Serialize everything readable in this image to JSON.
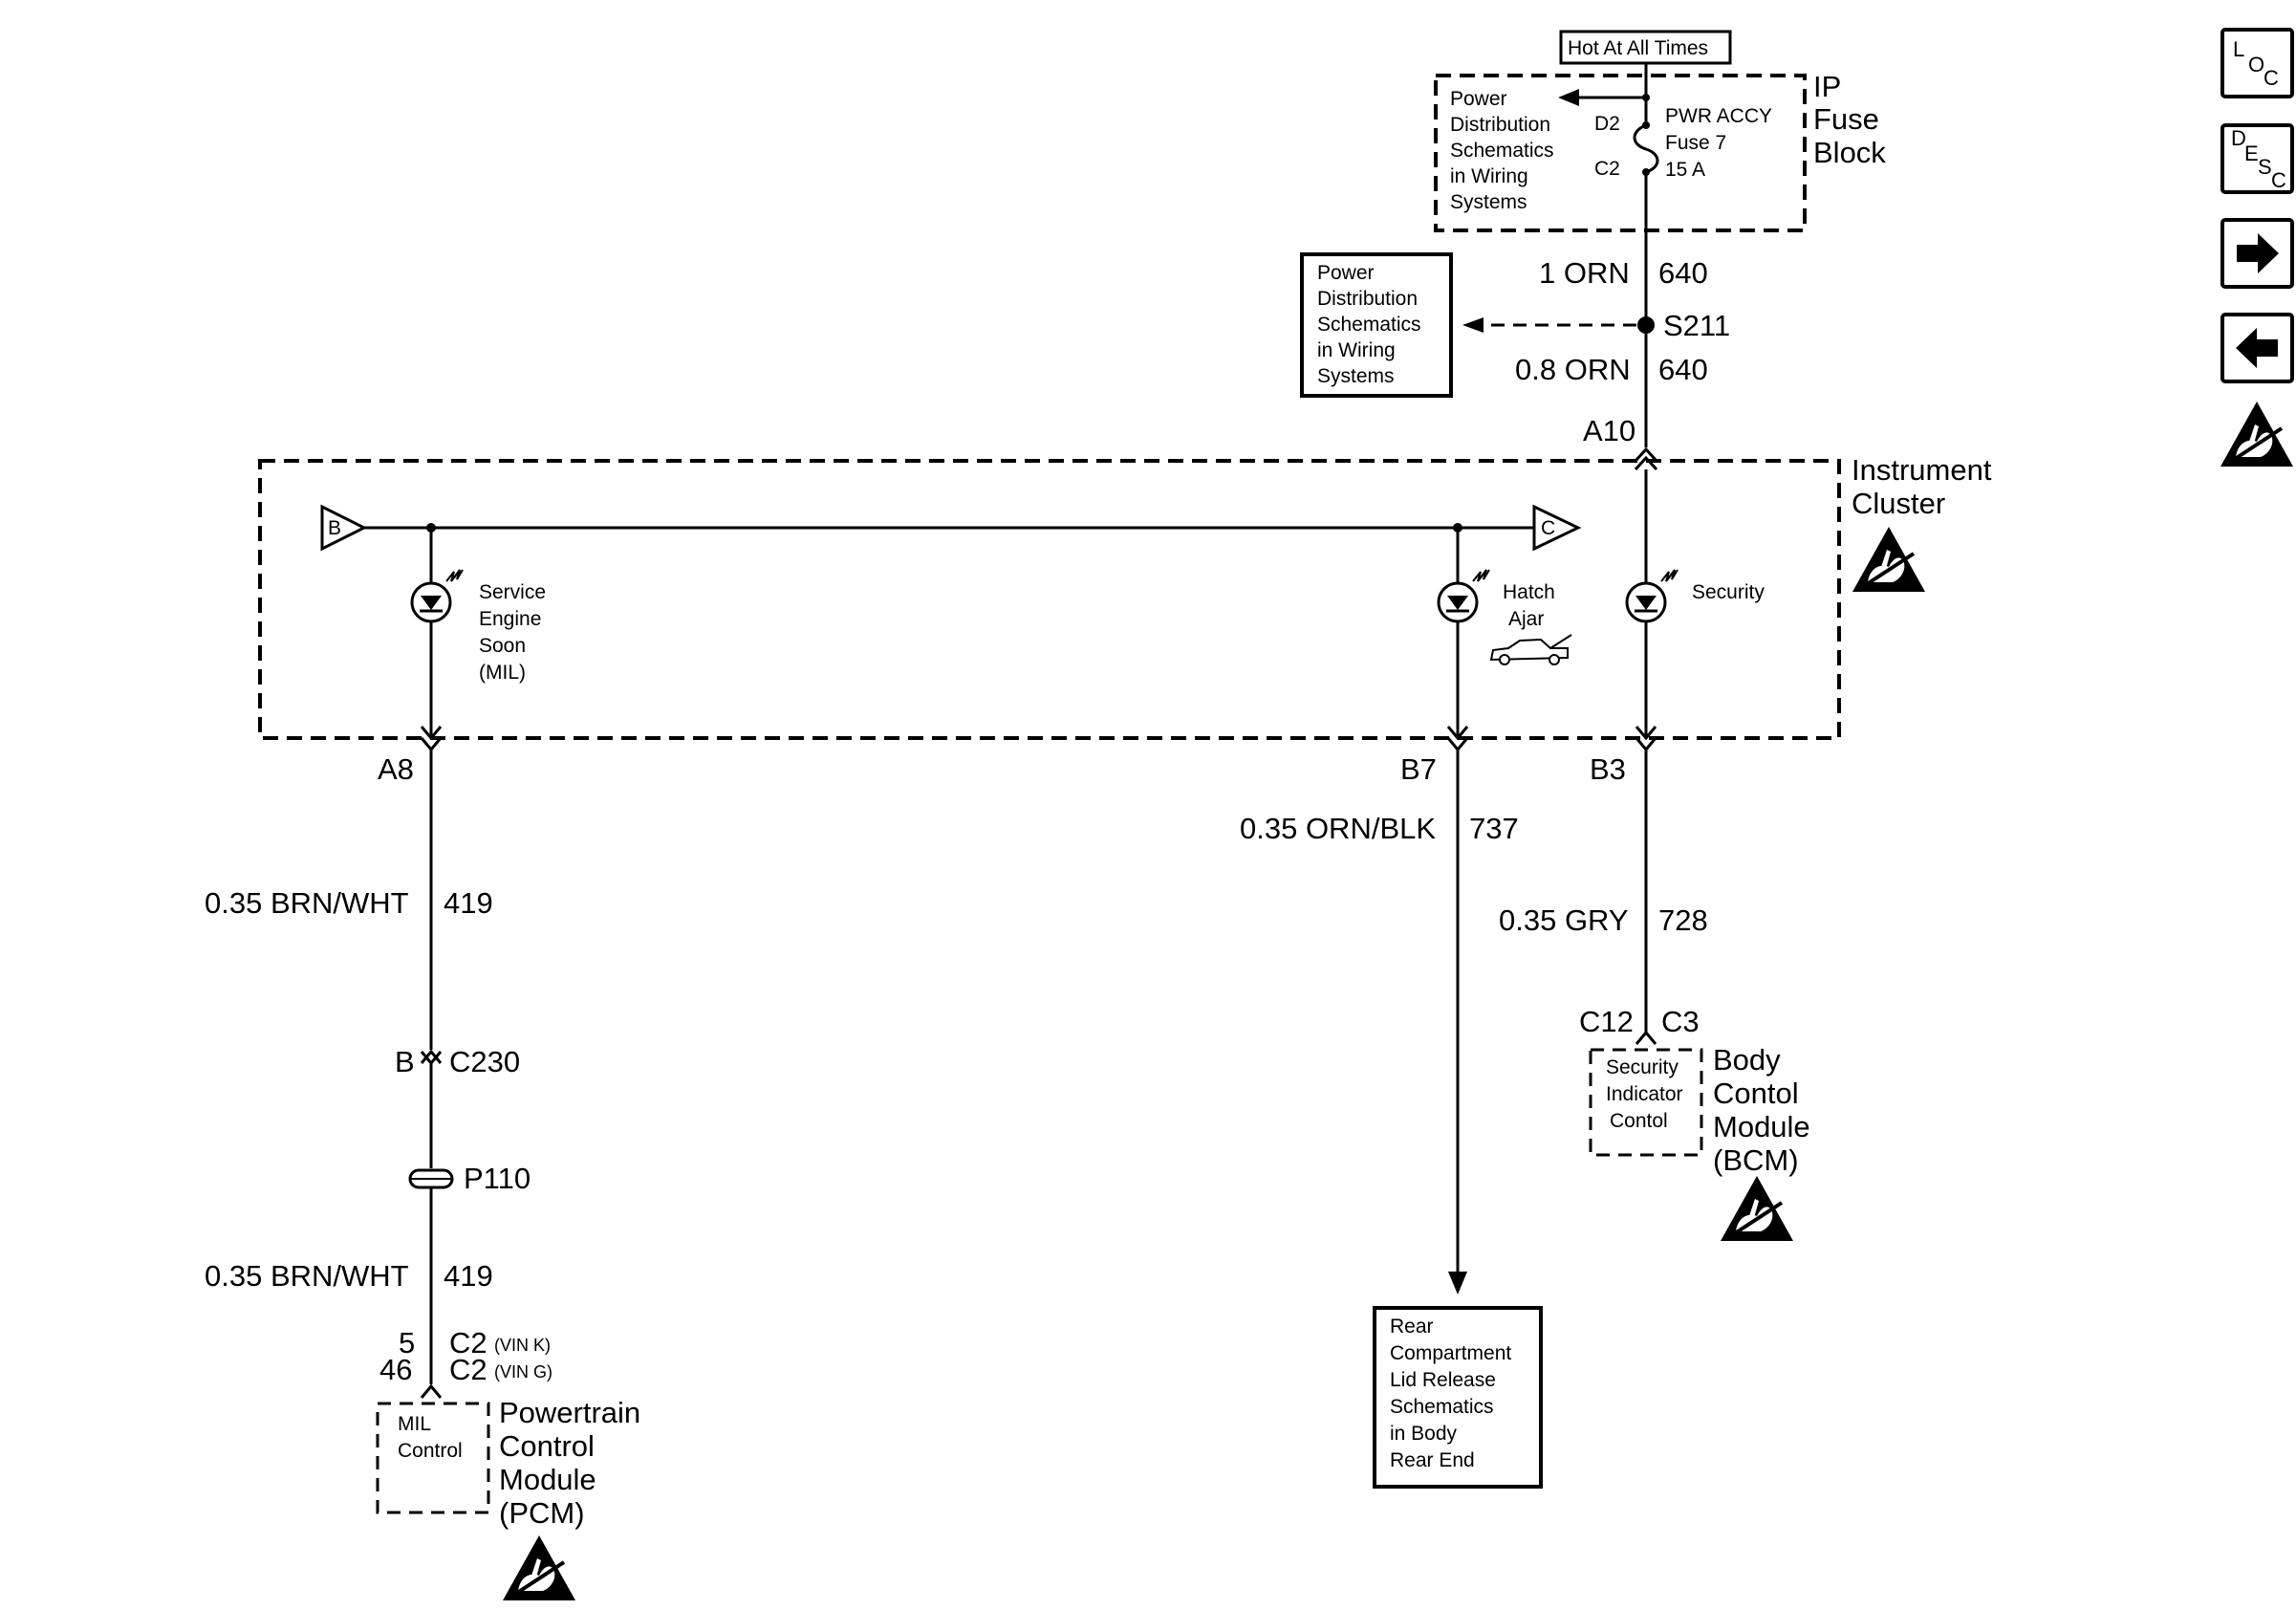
{
  "nav": {
    "loc": {
      "l": "L",
      "o": "O",
      "c": "C"
    },
    "desc": {
      "d": "D",
      "e": "E",
      "s": "S",
      "c": "C"
    }
  },
  "power": {
    "hot_label": "Hot At All Times",
    "fuse_block": {
      "line1": "IP",
      "line2": "Fuse",
      "line3": "Block"
    },
    "fuse_ref": [
      "Power",
      "Distribution",
      "Schematics",
      "in Wiring",
      "Systems"
    ],
    "fuse": {
      "top_pin": "D2",
      "bottom_pin": "C2",
      "line1": "PWR ACCY",
      "line2": "Fuse 7",
      "line3": "15 A"
    },
    "wire_top": {
      "gauge_color": "1 ORN",
      "circuit": "640"
    },
    "splice": {
      "id": "S211",
      "ref": [
        "Power",
        "Distribution",
        "Schematics",
        "in Wiring",
        "Systems"
      ]
    },
    "wire_bottom": {
      "gauge_color": "0.8 ORN",
      "circuit": "640"
    },
    "connector": "A10"
  },
  "cluster": {
    "label": {
      "line1": "Instrument",
      "line2": "Cluster"
    },
    "off_page_b": "B",
    "off_page_c": "C",
    "indicators": {
      "ses": [
        "Service",
        "Engine",
        "Soon",
        "(MIL)"
      ],
      "hatch": [
        "Hatch",
        "Ajar"
      ],
      "security": [
        "Security"
      ]
    },
    "connectors": {
      "ses": "A8",
      "hatch": "B7",
      "security": "B3"
    }
  },
  "ses_circuit": {
    "wire1": {
      "gauge_color": "0.35 BRN/WHT",
      "circuit": "419"
    },
    "inline_connector": {
      "pin": "B",
      "id": "C230"
    },
    "passthrough": "P110",
    "wire2": {
      "gauge_color": "0.35 BRN/WHT",
      "circuit": "419"
    },
    "pcm_pins": [
      {
        "pin": "5",
        "conn": "C2",
        "vin": "(VIN K)"
      },
      {
        "pin": "46",
        "conn": "C2",
        "vin": "(VIN G)"
      }
    ],
    "pcm_internal": [
      "MIL",
      "Control"
    ],
    "pcm_label": [
      "Powertrain",
      "Control",
      "Module",
      "(PCM)"
    ]
  },
  "hatch_circuit": {
    "wire": {
      "gauge_color": "0.35 ORN/BLK",
      "circuit": "737"
    },
    "ref": [
      "Rear",
      "Compartment",
      "Lid Release",
      "Schematics",
      "in Body",
      "Rear End"
    ]
  },
  "security_circuit": {
    "wire": {
      "gauge_color": "0.35 GRY",
      "circuit": "728"
    },
    "bcm_pin": "C12",
    "bcm_conn": "C3",
    "bcm_internal": [
      "Security",
      "Indicator",
      "Contol"
    ],
    "bcm_label": [
      "Body",
      "Contol",
      "Module",
      "(BCM)"
    ]
  }
}
